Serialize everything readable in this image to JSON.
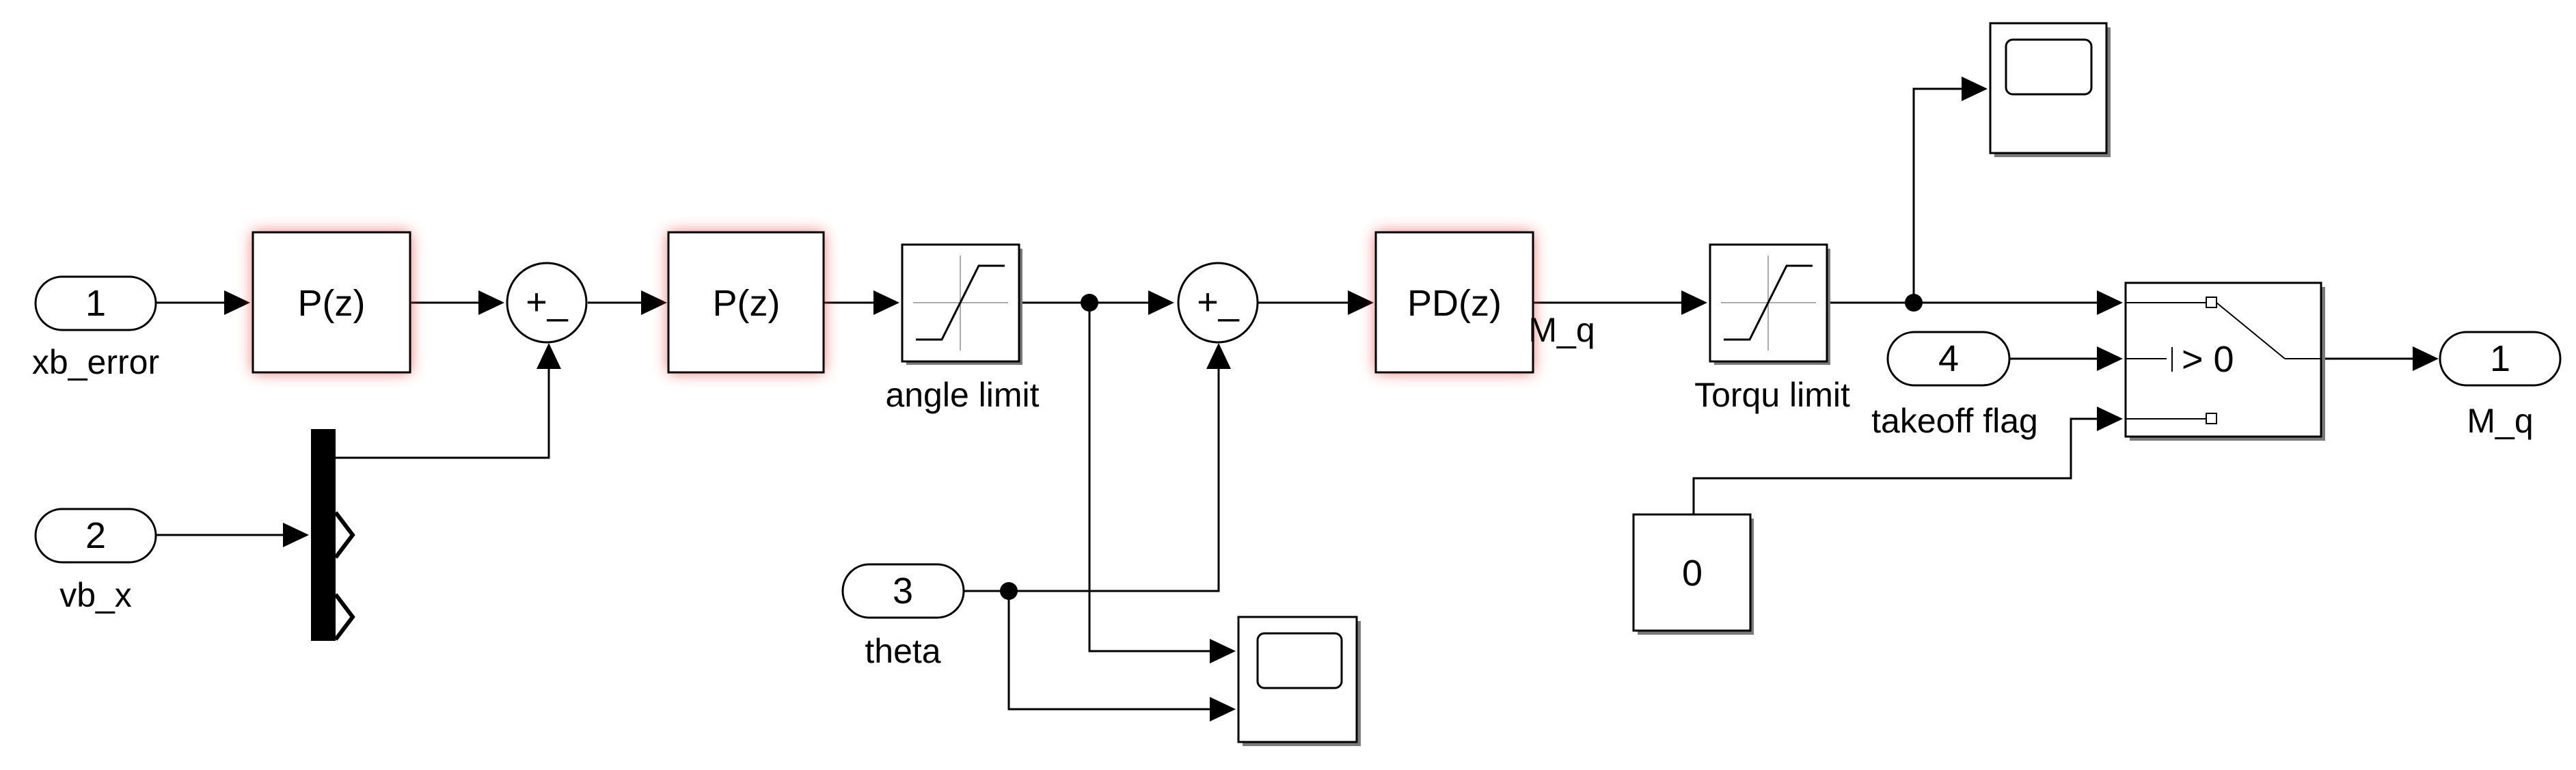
{
  "inports": [
    {
      "num": "1",
      "label": "xb_error"
    },
    {
      "num": "2",
      "label": "vb_x"
    },
    {
      "num": "3",
      "label": "theta"
    },
    {
      "num": "4",
      "label": "takeoff flag"
    }
  ],
  "outport": {
    "num": "1",
    "label": "M_q"
  },
  "blocks": {
    "filter1": "P(z)",
    "filter2": "P(z)",
    "pd": "PD(z)",
    "sum_sign": "+_",
    "switch_cond": "> 0",
    "constant": "0"
  },
  "labels": {
    "angle_limit": "angle limit",
    "torque_limit": "Torqu limit",
    "signal_mq": "M_q"
  },
  "colors": {
    "highlight_glow": "#e84a4a",
    "line": "#000000"
  }
}
